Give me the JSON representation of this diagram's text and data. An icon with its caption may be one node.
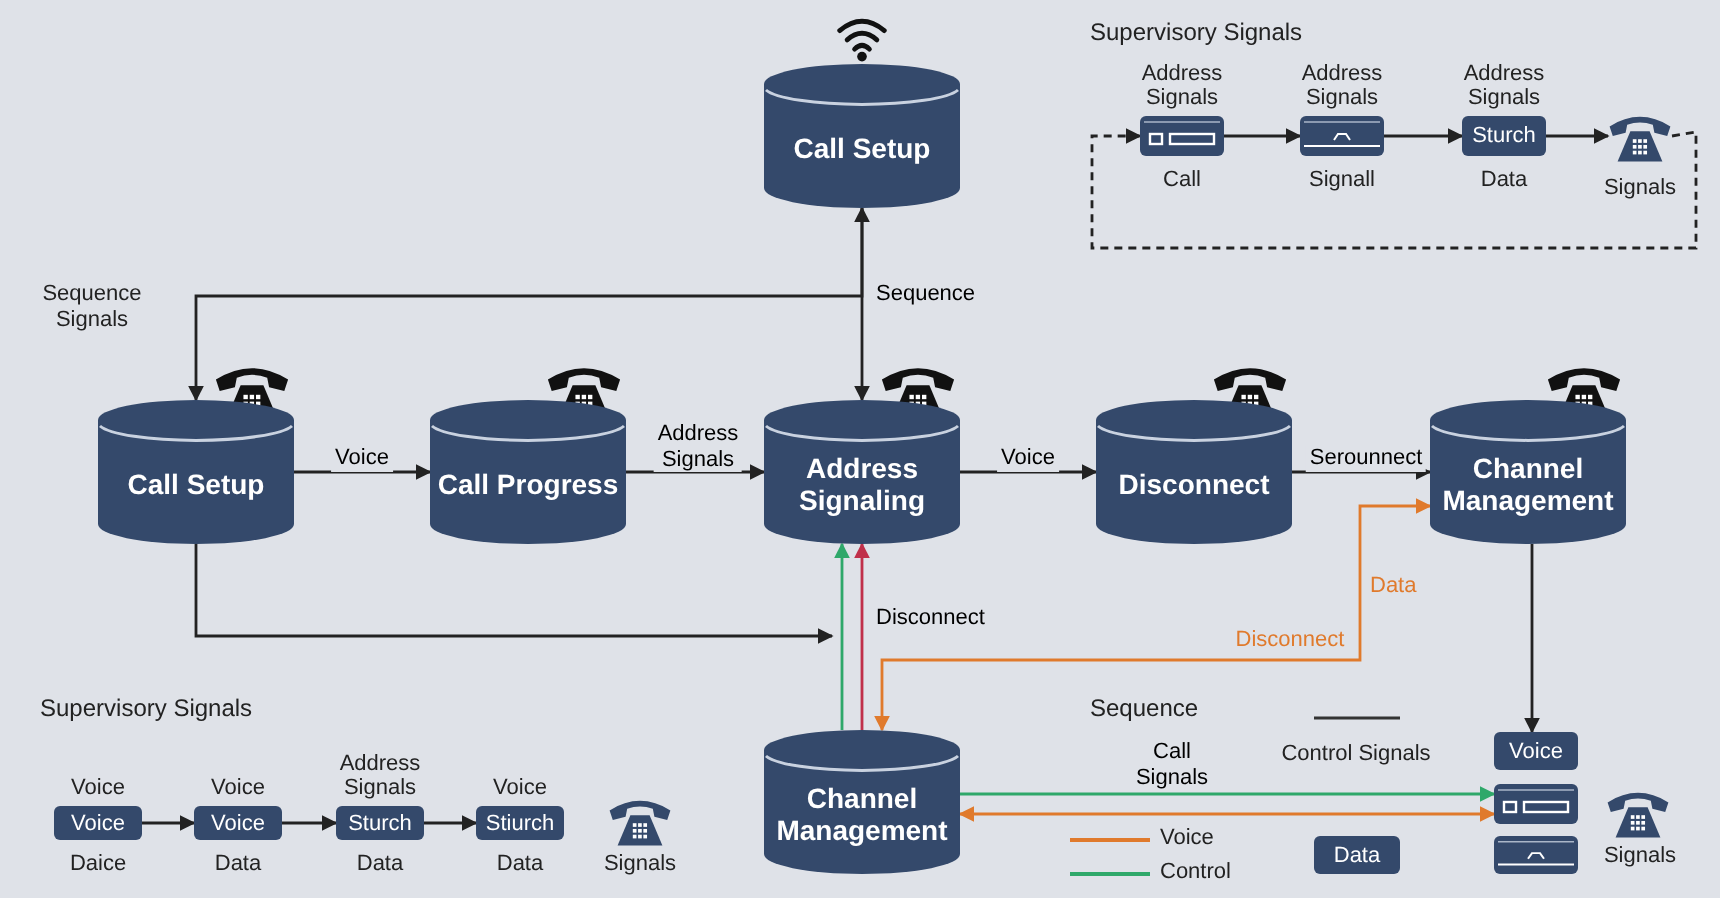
{
  "diagram": {
    "nodes": [
      {
        "text": [
          "Call Setup"
        ]
      },
      {
        "text": [
          "Call Setup"
        ]
      },
      {
        "text": [
          "Call Progress"
        ]
      },
      {
        "text": [
          "Address Signaling"
        ]
      },
      {
        "text": [
          "Disconnect"
        ]
      },
      {
        "text": [
          "Channel Management"
        ]
      },
      {
        "text": [
          "Channel Management"
        ]
      },
      {
        "text": [],
        "shape": "box",
        "beside": [
          "Address Signals",
          "Call"
        ]
      },
      {
        "text": [],
        "shape": "box",
        "beside": [
          "Address Signals",
          "Signall"
        ]
      },
      {
        "text": [
          "Sturch"
        ],
        "beside": [
          "Address Signals",
          "Data"
        ]
      },
      {
        "text": [],
        "shape": "picture",
        "beside": [
          "Signals"
        ]
      },
      {
        "text": [
          "Voice"
        ],
        "beside": [
          "Voice",
          "Daice"
        ]
      },
      {
        "text": [
          "Voice"
        ],
        "beside": [
          "Voice",
          "Data"
        ]
      },
      {
        "text": [
          "Sturch"
        ],
        "beside": [
          "Address Signals",
          "Data"
        ]
      },
      {
        "text": [
          "Stiurch"
        ],
        "beside": [
          "Voice",
          "Data"
        ]
      },
      {
        "text": [
          "Voice"
        ]
      },
      {
        "text": [],
        "shape": "box"
      },
      {
        "text": [],
        "shape": "box"
      },
      {
        "text": [
          "Data"
        ]
      }
    ],
    "edges": [
      {
        "from": 3,
        "to": 0,
        "arrow": "both",
        "label": "Sequence"
      },
      {
        "from": 0,
        "to": 1,
        "arrow": "to"
      },
      {
        "from": 1,
        "to": 2,
        "arrow": "to",
        "label": "Voice"
      },
      {
        "from": 2,
        "to": 3,
        "arrow": "to",
        "label": "Address Signals"
      },
      {
        "from": 3,
        "to": 4,
        "arrow": "to",
        "label": "Voice"
      },
      {
        "from": 4,
        "to": 5,
        "arrow": "to",
        "label": "Serounnect"
      },
      {
        "from": 1,
        "to": null,
        "arrow": "to"
      },
      {
        "from": 6,
        "to": 3,
        "arrow": "to",
        "color": "#2fa86a"
      },
      {
        "from": 6,
        "to": 3,
        "arrow": "to",
        "color": "#c0304a",
        "label": "Disconnect"
      },
      {
        "from": 6,
        "to": 5,
        "arrow": "both",
        "color": "#e07a2c",
        "label": "Disconnect"
      },
      {
        "from": 5,
        "to": 15,
        "arrow": "to"
      },
      {
        "from": 6,
        "to": 16,
        "arrow": "to",
        "color": "#2fa86a",
        "label": "Call Signals"
      },
      {
        "from": 6,
        "to": 16,
        "arrow": "both",
        "color": "#e07a2c"
      },
      {
        "from": 7,
        "to": 8,
        "arrow": "to"
      },
      {
        "from": 8,
        "to": 9,
        "arrow": "to"
      },
      {
        "from": 9,
        "to": 10,
        "arrow": "to"
      },
      {
        "from": 10,
        "to": 7,
        "arrow": "to",
        "style": "dashed"
      },
      {
        "from": 11,
        "to": 12,
        "arrow": "to"
      },
      {
        "from": 12,
        "to": 13,
        "arrow": "to"
      },
      {
        "from": 13,
        "to": 14,
        "arrow": "to"
      }
    ],
    "labels": [
      "Sequence Signals",
      "Supervisory Signals",
      "Supervisory Signals",
      "Signals",
      "Sequence",
      "Control Signals",
      "Data",
      "Signals"
    ],
    "legend": [
      {
        "text": "Voice"
      },
      {
        "text": "Control"
      }
    ]
  }
}
